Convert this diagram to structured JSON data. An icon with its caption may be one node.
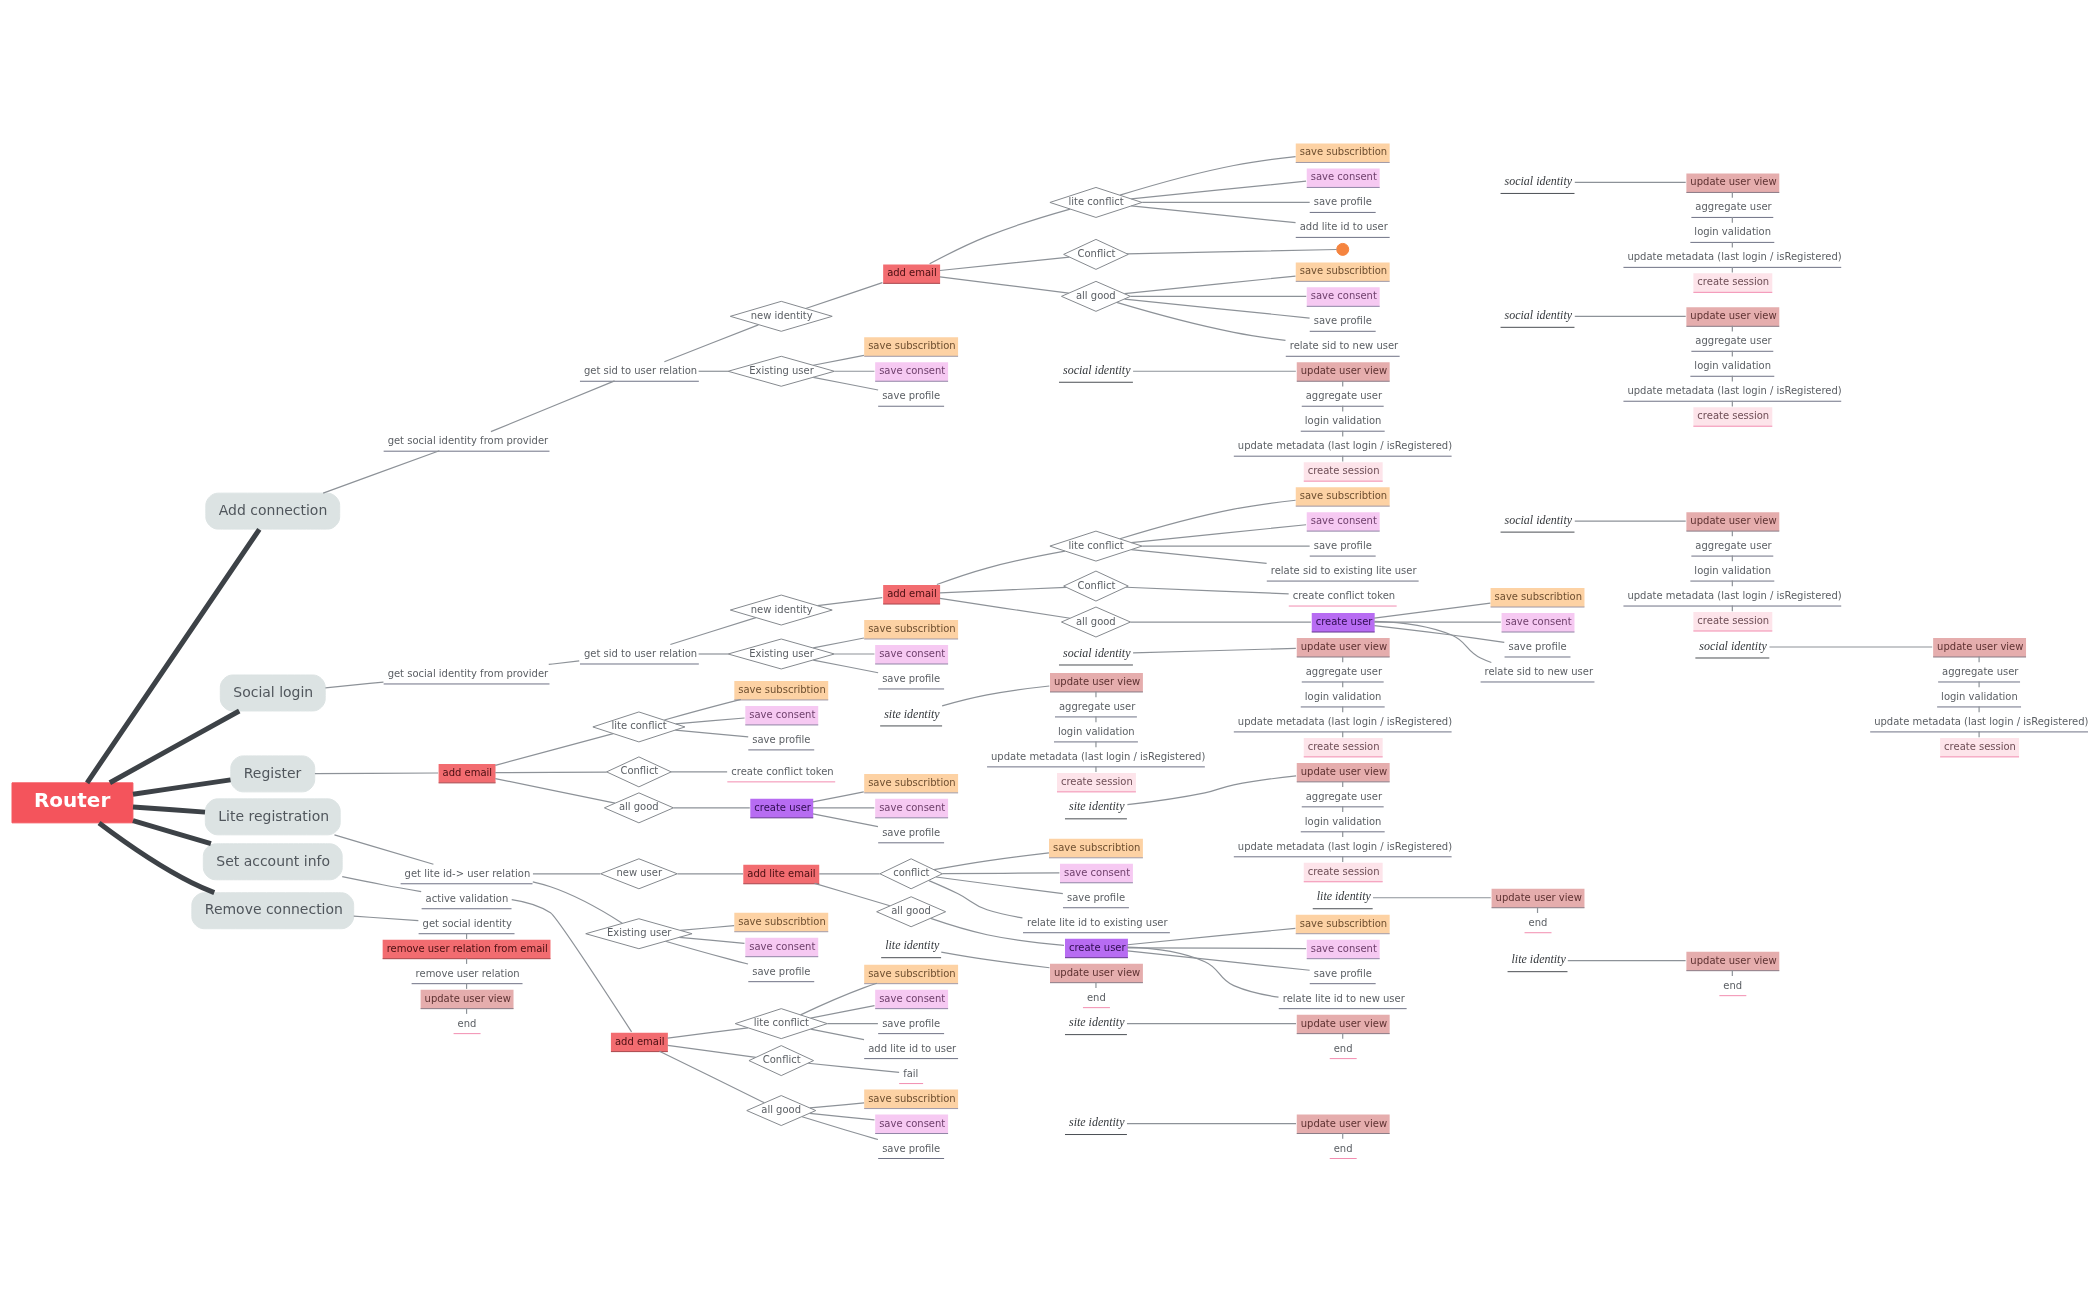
{
  "diagram": {
    "nodes": [
      {
        "text": [
          "Router"
        ]
      },
      {
        "text": [
          "Add connection"
        ]
      },
      {
        "text": [
          "get social identity from provider"
        ]
      },
      {
        "text": [
          "get sid to user relation"
        ]
      },
      {
        "text": [
          "new identity"
        ]
      },
      {
        "text": [
          "add email"
        ]
      },
      {
        "text": [
          "lite conflict"
        ]
      },
      {
        "text": [
          "save subscribtion"
        ]
      },
      {
        "text": [
          "save consent"
        ]
      },
      {
        "text": [
          "save profile"
        ]
      },
      {
        "text": [
          "add lite id to user"
        ]
      },
      {
        "text": [
          "social identity"
        ]
      },
      {
        "text": [
          "update user view"
        ]
      },
      {
        "text": [
          "aggregate user"
        ]
      },
      {
        "text": [
          "login validation"
        ]
      },
      {
        "text": [
          "update metadata (last login / isRegistered)"
        ]
      },
      {
        "text": [
          "create session"
        ]
      },
      {
        "text": [
          "Conflict"
        ]
      },
      {
        "text": [],
        "shape": "circle"
      },
      {
        "text": [
          "all good"
        ]
      },
      {
        "text": [
          "save subscribtion"
        ]
      },
      {
        "text": [
          "save consent"
        ]
      },
      {
        "text": [
          "save profile"
        ]
      },
      {
        "text": [
          "relate sid to new user"
        ]
      },
      {
        "text": [
          "social identity"
        ]
      },
      {
        "text": [
          "update user view"
        ]
      },
      {
        "text": [
          "aggregate user"
        ]
      },
      {
        "text": [
          "login validation"
        ]
      },
      {
        "text": [
          "update metadata (last login / isRegistered)"
        ]
      },
      {
        "text": [
          "create session"
        ]
      },
      {
        "text": [
          "Existing user"
        ]
      },
      {
        "text": [
          "save subscribtion"
        ]
      },
      {
        "text": [
          "save consent"
        ]
      },
      {
        "text": [
          "save profile"
        ]
      },
      {
        "text": [
          "social identity"
        ]
      },
      {
        "text": [
          "update user view"
        ]
      },
      {
        "text": [
          "aggregate user"
        ]
      },
      {
        "text": [
          "login validation"
        ]
      },
      {
        "text": [
          "update metadata (last login / isRegistered)"
        ]
      },
      {
        "text": [
          "create session"
        ]
      },
      {
        "text": [
          "Social login"
        ]
      },
      {
        "text": [
          "get social identity from provider"
        ]
      },
      {
        "text": [
          "get sid to user relation"
        ]
      },
      {
        "text": [
          "new identity"
        ]
      },
      {
        "text": [
          "add email"
        ]
      },
      {
        "text": [
          "lite conflict"
        ]
      },
      {
        "text": [
          "save subscribtion"
        ]
      },
      {
        "text": [
          "save consent"
        ]
      },
      {
        "text": [
          "save profile"
        ]
      },
      {
        "text": [
          "relate sid to existing lite user"
        ]
      },
      {
        "text": [
          "social identity"
        ]
      },
      {
        "text": [
          "update user view"
        ]
      },
      {
        "text": [
          "aggregate user"
        ]
      },
      {
        "text": [
          "login validation"
        ]
      },
      {
        "text": [
          "update metadata (last login / isRegistered)"
        ]
      },
      {
        "text": [
          "create session"
        ]
      },
      {
        "text": [
          "Conflict"
        ]
      },
      {
        "text": [
          "create conflict token"
        ]
      },
      {
        "text": [
          "all good"
        ]
      },
      {
        "text": [
          "create user"
        ]
      },
      {
        "text": [
          "save subscribtion"
        ]
      },
      {
        "text": [
          "save consent"
        ]
      },
      {
        "text": [
          "save profile"
        ]
      },
      {
        "text": [
          "relate sid to new user"
        ]
      },
      {
        "text": [
          "social identity"
        ]
      },
      {
        "text": [
          "update user view"
        ]
      },
      {
        "text": [
          "aggregate user"
        ]
      },
      {
        "text": [
          "login validation"
        ]
      },
      {
        "text": [
          "update metadata (last login / isRegistered)"
        ]
      },
      {
        "text": [
          "create session"
        ]
      },
      {
        "text": [
          "Existing user"
        ]
      },
      {
        "text": [
          "save subscribtion"
        ]
      },
      {
        "text": [
          "save consent"
        ]
      },
      {
        "text": [
          "save profile"
        ]
      },
      {
        "text": [
          "social identity"
        ]
      },
      {
        "text": [
          "update user view"
        ]
      },
      {
        "text": [
          "aggregate user"
        ]
      },
      {
        "text": [
          "login validation"
        ]
      },
      {
        "text": [
          "update metadata (last login / isRegistered)"
        ]
      },
      {
        "text": [
          "create session"
        ]
      },
      {
        "text": [
          "Register"
        ]
      },
      {
        "text": [
          "add email"
        ]
      },
      {
        "text": [
          "lite conflict"
        ]
      },
      {
        "text": [
          "save subscribtion"
        ]
      },
      {
        "text": [
          "save consent"
        ]
      },
      {
        "text": [
          "save profile"
        ]
      },
      {
        "text": [
          "site identity"
        ]
      },
      {
        "text": [
          "update user view"
        ]
      },
      {
        "text": [
          "aggregate user"
        ]
      },
      {
        "text": [
          "login validation"
        ]
      },
      {
        "text": [
          "update metadata (last login / isRegistered)"
        ]
      },
      {
        "text": [
          "create session"
        ]
      },
      {
        "text": [
          "Conflict"
        ]
      },
      {
        "text": [
          "create conflict token"
        ]
      },
      {
        "text": [
          "all good"
        ]
      },
      {
        "text": [
          "create user"
        ]
      },
      {
        "text": [
          "save subscribtion"
        ]
      },
      {
        "text": [
          "save consent"
        ]
      },
      {
        "text": [
          "save profile"
        ]
      },
      {
        "text": [
          "site identity"
        ]
      },
      {
        "text": [
          "update user view"
        ]
      },
      {
        "text": [
          "aggregate user"
        ]
      },
      {
        "text": [
          "login validation"
        ]
      },
      {
        "text": [
          "update metadata (last login / isRegistered)"
        ]
      },
      {
        "text": [
          "create session"
        ]
      },
      {
        "text": [
          "Lite registration"
        ]
      },
      {
        "text": [
          "get lite id-> user relation"
        ]
      },
      {
        "text": [
          "new user"
        ]
      },
      {
        "text": [
          "add lite email"
        ]
      },
      {
        "text": [
          "conflict"
        ]
      },
      {
        "text": [
          "save subscribtion"
        ]
      },
      {
        "text": [
          "save consent"
        ]
      },
      {
        "text": [
          "save profile"
        ]
      },
      {
        "text": [
          "relate lite id to existing user"
        ]
      },
      {
        "text": [
          "lite identity"
        ]
      },
      {
        "text": [
          "update user view"
        ]
      },
      {
        "text": [
          "end"
        ]
      },
      {
        "text": [
          "all good"
        ]
      },
      {
        "text": [
          "create user"
        ]
      },
      {
        "text": [
          "save subscribtion"
        ]
      },
      {
        "text": [
          "save consent"
        ]
      },
      {
        "text": [
          "save profile"
        ]
      },
      {
        "text": [
          "relate lite id to new user"
        ]
      },
      {
        "text": [
          "lite identity"
        ]
      },
      {
        "text": [
          "update user view"
        ]
      },
      {
        "text": [
          "end"
        ]
      },
      {
        "text": [
          "Existing user"
        ]
      },
      {
        "text": [
          "save subscribtion"
        ]
      },
      {
        "text": [
          "save consent"
        ]
      },
      {
        "text": [
          "save profile"
        ]
      },
      {
        "text": [
          "lite identity"
        ]
      },
      {
        "text": [
          "update user view"
        ]
      },
      {
        "text": [
          "end"
        ]
      },
      {
        "text": [
          "Set account info"
        ]
      },
      {
        "text": [
          "active validation"
        ]
      },
      {
        "text": [
          "add email"
        ]
      },
      {
        "text": [
          "lite conflict"
        ]
      },
      {
        "text": [
          "save subscribtion"
        ]
      },
      {
        "text": [
          "save consent"
        ]
      },
      {
        "text": [
          "save profile"
        ]
      },
      {
        "text": [
          "add lite id to user"
        ]
      },
      {
        "text": [
          "site identity"
        ]
      },
      {
        "text": [
          "update user view"
        ]
      },
      {
        "text": [
          "end"
        ]
      },
      {
        "text": [
          "Conflict"
        ]
      },
      {
        "text": [
          "fail"
        ]
      },
      {
        "text": [
          "all good"
        ]
      },
      {
        "text": [
          "save subscribtion"
        ]
      },
      {
        "text": [
          "save consent"
        ]
      },
      {
        "text": [
          "save profile"
        ]
      },
      {
        "text": [
          "site identity"
        ]
      },
      {
        "text": [
          "update user view"
        ]
      },
      {
        "text": [
          "end"
        ]
      },
      {
        "text": [
          "Remove connection"
        ]
      },
      {
        "text": [
          "get social identity"
        ]
      },
      {
        "text": [
          "remove user relation from email"
        ]
      },
      {
        "text": [
          "remove user relation"
        ]
      },
      {
        "text": [
          "update user view"
        ]
      },
      {
        "text": [
          "end"
        ]
      }
    ],
    "edges": [
      {
        "from": 0,
        "to": 1,
        "arrow": "none",
        "style": "thick",
        "color": "#3d4247"
      },
      {
        "from": 1,
        "to": 2,
        "arrow": "none"
      },
      {
        "from": 2,
        "to": 3,
        "arrow": "none"
      },
      {
        "from": 3,
        "to": 4,
        "arrow": "none"
      },
      {
        "from": 4,
        "to": 5,
        "arrow": "none"
      },
      {
        "from": 5,
        "to": 6,
        "arrow": "none"
      },
      {
        "from": 6,
        "to": 7,
        "arrow": "none"
      },
      {
        "from": 6,
        "to": 8,
        "arrow": "none"
      },
      {
        "from": 6,
        "to": 9,
        "arrow": "none"
      },
      {
        "from": 6,
        "to": 10,
        "arrow": "none"
      },
      {
        "from": 11,
        "to": 12,
        "arrow": "none"
      },
      {
        "from": 12,
        "to": 13,
        "arrow": "none"
      },
      {
        "from": 13,
        "to": 14,
        "arrow": "none"
      },
      {
        "from": 14,
        "to": 15,
        "arrow": "none"
      },
      {
        "from": 15,
        "to": 16,
        "arrow": "none"
      },
      {
        "from": 5,
        "to": 17,
        "arrow": "none"
      },
      {
        "from": 17,
        "to": 18,
        "arrow": "none"
      },
      {
        "from": 5,
        "to": 19,
        "arrow": "none"
      },
      {
        "from": 19,
        "to": 20,
        "arrow": "none"
      },
      {
        "from": 19,
        "to": 21,
        "arrow": "none"
      },
      {
        "from": 19,
        "to": 22,
        "arrow": "none"
      },
      {
        "from": 19,
        "to": 23,
        "arrow": "none"
      },
      {
        "from": 24,
        "to": 25,
        "arrow": "none"
      },
      {
        "from": 25,
        "to": 26,
        "arrow": "none"
      },
      {
        "from": 26,
        "to": 27,
        "arrow": "none"
      },
      {
        "from": 27,
        "to": 28,
        "arrow": "none"
      },
      {
        "from": 28,
        "to": 29,
        "arrow": "none"
      },
      {
        "from": 3,
        "to": 30,
        "arrow": "none"
      },
      {
        "from": 30,
        "to": 31,
        "arrow": "none"
      },
      {
        "from": 30,
        "to": 32,
        "arrow": "none"
      },
      {
        "from": 30,
        "to": 33,
        "arrow": "none"
      },
      {
        "from": 34,
        "to": 35,
        "arrow": "none"
      },
      {
        "from": 35,
        "to": 36,
        "arrow": "none"
      },
      {
        "from": 36,
        "to": 37,
        "arrow": "none"
      },
      {
        "from": 37,
        "to": 38,
        "arrow": "none"
      },
      {
        "from": 38,
        "to": 39,
        "arrow": "none"
      },
      {
        "from": 0,
        "to": 40,
        "arrow": "none",
        "style": "thick",
        "color": "#3d4247"
      },
      {
        "from": 40,
        "to": 41,
        "arrow": "none"
      },
      {
        "from": 41,
        "to": 42,
        "arrow": "none"
      },
      {
        "from": 42,
        "to": 43,
        "arrow": "none"
      },
      {
        "from": 43,
        "to": 44,
        "arrow": "none"
      },
      {
        "from": 44,
        "to": 45,
        "arrow": "none"
      },
      {
        "from": 45,
        "to": 46,
        "arrow": "none"
      },
      {
        "from": 45,
        "to": 47,
        "arrow": "none"
      },
      {
        "from": 45,
        "to": 48,
        "arrow": "none"
      },
      {
        "from": 45,
        "to": 49,
        "arrow": "none"
      },
      {
        "from": 50,
        "to": 51,
        "arrow": "none"
      },
      {
        "from": 51,
        "to": 52,
        "arrow": "none"
      },
      {
        "from": 52,
        "to": 53,
        "arrow": "none"
      },
      {
        "from": 53,
        "to": 54,
        "arrow": "none"
      },
      {
        "from": 54,
        "to": 55,
        "arrow": "none"
      },
      {
        "from": 44,
        "to": 56,
        "arrow": "none"
      },
      {
        "from": 56,
        "to": 57,
        "arrow": "none"
      },
      {
        "from": 44,
        "to": 58,
        "arrow": "none"
      },
      {
        "from": 58,
        "to": 59,
        "arrow": "none"
      },
      {
        "from": 59,
        "to": 60,
        "arrow": "none"
      },
      {
        "from": 59,
        "to": 61,
        "arrow": "none"
      },
      {
        "from": 59,
        "to": 62,
        "arrow": "none"
      },
      {
        "from": 59,
        "to": 63,
        "arrow": "none"
      },
      {
        "from": 64,
        "to": 65,
        "arrow": "none"
      },
      {
        "from": 65,
        "to": 66,
        "arrow": "none"
      },
      {
        "from": 66,
        "to": 67,
        "arrow": "none"
      },
      {
        "from": 67,
        "to": 68,
        "arrow": "none"
      },
      {
        "from": 68,
        "to": 69,
        "arrow": "none"
      },
      {
        "from": 42,
        "to": 70,
        "arrow": "none"
      },
      {
        "from": 70,
        "to": 71,
        "arrow": "none"
      },
      {
        "from": 70,
        "to": 72,
        "arrow": "none"
      },
      {
        "from": 70,
        "to": 73,
        "arrow": "none"
      },
      {
        "from": 74,
        "to": 75,
        "arrow": "none"
      },
      {
        "from": 75,
        "to": 76,
        "arrow": "none"
      },
      {
        "from": 76,
        "to": 77,
        "arrow": "none"
      },
      {
        "from": 77,
        "to": 78,
        "arrow": "none"
      },
      {
        "from": 78,
        "to": 79,
        "arrow": "none"
      },
      {
        "from": 0,
        "to": 80,
        "arrow": "none",
        "style": "thick",
        "color": "#3d4247"
      },
      {
        "from": 80,
        "to": 81,
        "arrow": "none"
      },
      {
        "from": 81,
        "to": 82,
        "arrow": "none"
      },
      {
        "from": 82,
        "to": 83,
        "arrow": "none"
      },
      {
        "from": 82,
        "to": 84,
        "arrow": "none"
      },
      {
        "from": 82,
        "to": 85,
        "arrow": "none"
      },
      {
        "from": 86,
        "to": 87,
        "arrow": "none"
      },
      {
        "from": 87,
        "to": 88,
        "arrow": "none"
      },
      {
        "from": 88,
        "to": 89,
        "arrow": "none"
      },
      {
        "from": 89,
        "to": 90,
        "arrow": "none"
      },
      {
        "from": 90,
        "to": 91,
        "arrow": "none"
      },
      {
        "from": 81,
        "to": 92,
        "arrow": "none"
      },
      {
        "from": 92,
        "to": 93,
        "arrow": "none"
      },
      {
        "from": 81,
        "to": 94,
        "arrow": "none"
      },
      {
        "from": 94,
        "to": 95,
        "arrow": "none"
      },
      {
        "from": 95,
        "to": 96,
        "arrow": "none"
      },
      {
        "from": 95,
        "to": 97,
        "arrow": "none"
      },
      {
        "from": 95,
        "to": 98,
        "arrow": "none"
      },
      {
        "from": 99,
        "to": 100,
        "arrow": "none"
      },
      {
        "from": 100,
        "to": 101,
        "arrow": "none"
      },
      {
        "from": 101,
        "to": 102,
        "arrow": "none"
      },
      {
        "from": 102,
        "to": 103,
        "arrow": "none"
      },
      {
        "from": 103,
        "to": 104,
        "arrow": "none"
      },
      {
        "from": 0,
        "to": 105,
        "arrow": "none",
        "style": "thick",
        "color": "#3d4247"
      },
      {
        "from": 105,
        "to": 106,
        "arrow": "none"
      },
      {
        "from": 106,
        "to": 107,
        "arrow": "none"
      },
      {
        "from": 107,
        "to": 108,
        "arrow": "none"
      },
      {
        "from": 108,
        "to": 109,
        "arrow": "none"
      },
      {
        "from": 109,
        "to": 110,
        "arrow": "none"
      },
      {
        "from": 109,
        "to": 111,
        "arrow": "none"
      },
      {
        "from": 109,
        "to": 112,
        "arrow": "none"
      },
      {
        "from": 109,
        "to": 113,
        "arrow": "none"
      },
      {
        "from": 114,
        "to": 115,
        "arrow": "none"
      },
      {
        "from": 115,
        "to": 116,
        "arrow": "none"
      },
      {
        "from": 108,
        "to": 117,
        "arrow": "none"
      },
      {
        "from": 117,
        "to": 118,
        "arrow": "none"
      },
      {
        "from": 118,
        "to": 119,
        "arrow": "none"
      },
      {
        "from": 118,
        "to": 120,
        "arrow": "none"
      },
      {
        "from": 118,
        "to": 121,
        "arrow": "none"
      },
      {
        "from": 118,
        "to": 122,
        "arrow": "none"
      },
      {
        "from": 123,
        "to": 124,
        "arrow": "none"
      },
      {
        "from": 124,
        "to": 125,
        "arrow": "none"
      },
      {
        "from": 106,
        "to": 126,
        "arrow": "none"
      },
      {
        "from": 126,
        "to": 127,
        "arrow": "none"
      },
      {
        "from": 126,
        "to": 128,
        "arrow": "none"
      },
      {
        "from": 126,
        "to": 129,
        "arrow": "none"
      },
      {
        "from": 130,
        "to": 131,
        "arrow": "none"
      },
      {
        "from": 131,
        "to": 132,
        "arrow": "none"
      },
      {
        "from": 0,
        "to": 133,
        "arrow": "none",
        "style": "thick",
        "color": "#3d4247"
      },
      {
        "from": 133,
        "to": 134,
        "arrow": "none"
      },
      {
        "from": 134,
        "to": 135,
        "arrow": "none"
      },
      {
        "from": 135,
        "to": 136,
        "arrow": "none"
      },
      {
        "from": 136,
        "to": 137,
        "arrow": "none"
      },
      {
        "from": 136,
        "to": 138,
        "arrow": "none"
      },
      {
        "from": 136,
        "to": 139,
        "arrow": "none"
      },
      {
        "from": 136,
        "to": 140,
        "arrow": "none"
      },
      {
        "from": 141,
        "to": 142,
        "arrow": "none"
      },
      {
        "from": 142,
        "to": 143,
        "arrow": "none"
      },
      {
        "from": 135,
        "to": 144,
        "arrow": "none"
      },
      {
        "from": 144,
        "to": 145,
        "arrow": "none"
      },
      {
        "from": 135,
        "to": 146,
        "arrow": "none"
      },
      {
        "from": 146,
        "to": 147,
        "arrow": "none"
      },
      {
        "from": 146,
        "to": 148,
        "arrow": "none"
      },
      {
        "from": 146,
        "to": 149,
        "arrow": "none"
      },
      {
        "from": 150,
        "to": 151,
        "arrow": "none"
      },
      {
        "from": 151,
        "to": 152,
        "arrow": "none"
      },
      {
        "from": 0,
        "to": 153,
        "arrow": "none",
        "style": "thick",
        "color": "#3d4247"
      },
      {
        "from": 153,
        "to": 154,
        "arrow": "none"
      },
      {
        "from": 154,
        "to": 155,
        "arrow": "none"
      },
      {
        "from": 155,
        "to": 156,
        "arrow": "none"
      },
      {
        "from": 156,
        "to": 157,
        "arrow": "none"
      },
      {
        "from": 157,
        "to": 158,
        "arrow": "none"
      }
    ]
  }
}
